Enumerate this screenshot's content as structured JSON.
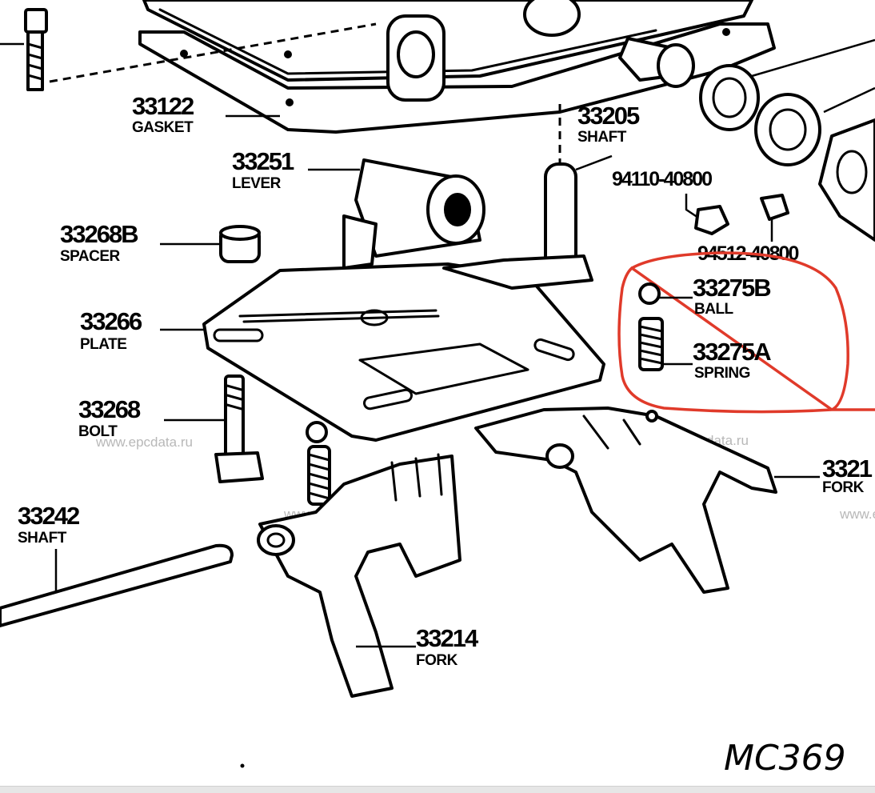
{
  "diagram_code": "MC369",
  "watermark": "www.epcdata.ru",
  "highlight_color": "#e03a2a",
  "labels": {
    "p33122": {
      "num": "33122",
      "name": "GASKET"
    },
    "p33205": {
      "num": "33205",
      "name": "SHAFT"
    },
    "p33251": {
      "num": "33251",
      "name": "LEVER"
    },
    "p94110": {
      "num": "94110-40800",
      "name": ""
    },
    "p33268b": {
      "num": "33268B",
      "name": "SPACER"
    },
    "p94512": {
      "num": "94512-40800",
      "name": ""
    },
    "p33275b": {
      "num": "33275B",
      "name": "BALL"
    },
    "p33275a": {
      "num": "33275A",
      "name": "SPRING"
    },
    "p33266": {
      "num": "33266",
      "name": "PLATE"
    },
    "p33268": {
      "num": "33268",
      "name": "BOLT"
    },
    "p3321x": {
      "num": "3321",
      "name": "FORK"
    },
    "p33242": {
      "num": "33242",
      "name": "SHAFT"
    },
    "p33214": {
      "num": "33214",
      "name": "FORK"
    }
  }
}
